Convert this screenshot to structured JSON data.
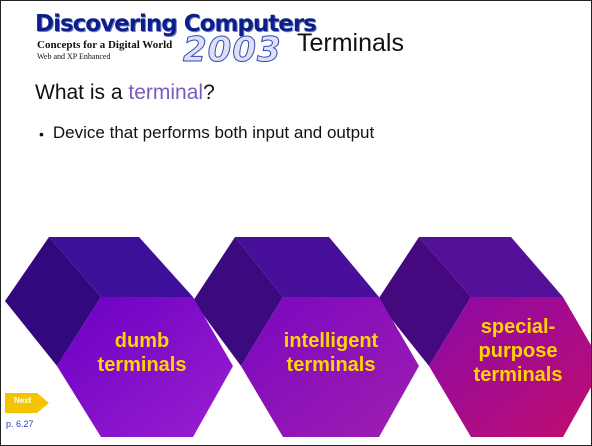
{
  "header": {
    "logo_top": "Discovering Computers",
    "logo_year": "2003",
    "logo_tagline": "Concepts for a Digital World",
    "logo_sub": "Web and XP Enhanced",
    "title": "Terminals"
  },
  "question": {
    "prefix": "What is a ",
    "term": "terminal",
    "suffix": "?"
  },
  "bullets": [
    {
      "marker": "•",
      "text": "Device that performs both input and output"
    }
  ],
  "categories": [
    {
      "line1": "dumb",
      "line2": "terminals",
      "line3": ""
    },
    {
      "line1": "intelligent",
      "line2": "terminals",
      "line3": ""
    },
    {
      "line1": "special-",
      "line2": "purpose",
      "line3": "terminals"
    }
  ],
  "nav": {
    "next_label": "Next",
    "page_ref": "p. 6.27"
  },
  "colors": {
    "label_yellow": "#ffd400",
    "hex_purple": "#6a0db4",
    "hex_magenta": "#b0007a"
  }
}
